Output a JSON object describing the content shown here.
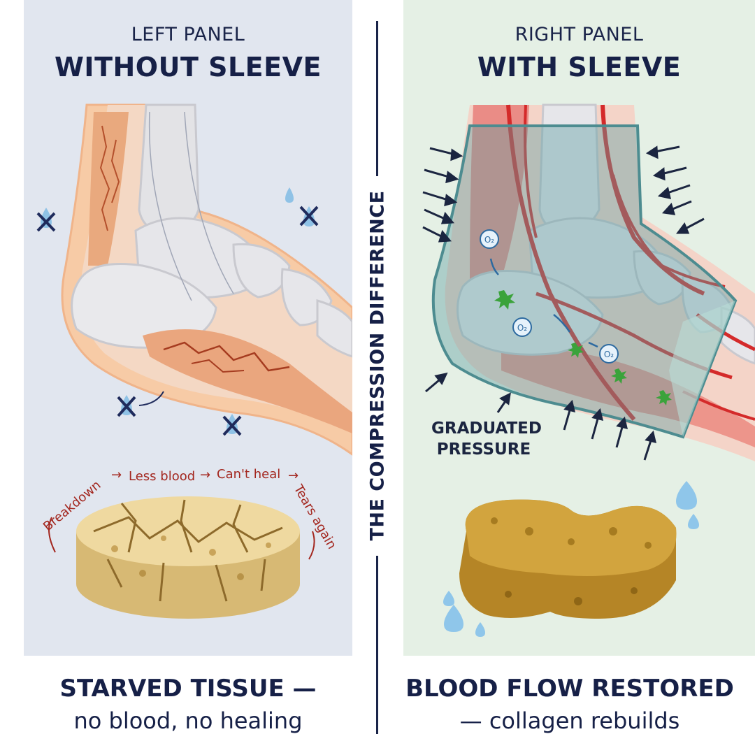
{
  "left_panel": {
    "kicker": "LEFT PANEL",
    "headline": "WITHOUT SLEEVE",
    "cycle": {
      "step1": "Breakdown",
      "step2": "Less blood",
      "step3": "Can't heal",
      "step4": "Tears again",
      "arrow": "→"
    },
    "caption_main": "STARVED TISSUE —",
    "caption_sub": "no blood, no healing"
  },
  "right_panel": {
    "kicker": "RIGHT PANEL",
    "headline": "WITH SLEEVE",
    "pressure_line1": "GRADUATED",
    "pressure_line2": "PRESSURE",
    "oxygen_label": "O₂",
    "caption_main": "BLOOD FLOW RESTORED",
    "caption_sub": "— collagen rebuilds"
  },
  "divider": {
    "label": "THE COMPRESSION DIFFERENCE"
  },
  "colors": {
    "navy": "#162047",
    "left_background": "#e1e6ef",
    "right_background": "#e5f0e5",
    "blood_red": "#d42a2a",
    "damage_red": "#a3271f",
    "sleeve_teal": "#5fa0a3",
    "sponge_dry": "#efd9a0",
    "sponge_wet": "#d2a43e"
  }
}
